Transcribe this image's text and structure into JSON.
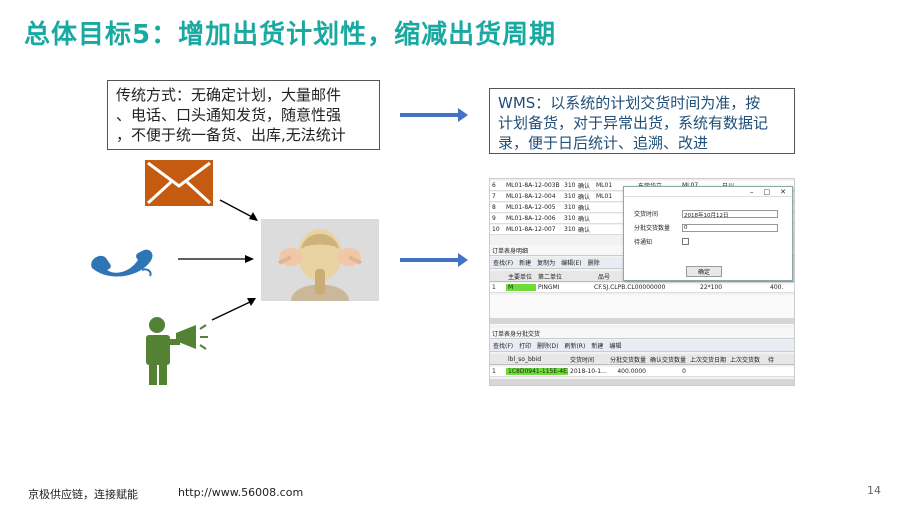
{
  "slide": {
    "title": "总体目标5：增加出货计划性，缩减出货周期",
    "left_box_lines": [
      "传统方式：无确定计划，大量邮件",
      "、电话、口头通知发货，随意性强",
      "，不便于统一备货、出库,无法统计"
    ],
    "right_box_lines": [
      "WMS：以系统的计划交货时间为准，按",
      "计划备货，对于异常出货，系统有数据记",
      "录，便于日后统计、追溯、改进"
    ],
    "footer_left": "京极供应链，连接赋能",
    "footer_url": "http://www.56008.com",
    "page_number": "14"
  },
  "colors": {
    "title": "#1aa9a0",
    "arrow": "#4472c4",
    "mail_icon": "#c55a11",
    "phone_icon": "#2e75b6",
    "person_icon": "#548235"
  },
  "screenshot": {
    "top_rows": [
      [
        "6",
        "ML01-8A-12-003B",
        "310",
        "确认",
        "ML01",
        "",
        "东莞华立",
        "ML07",
        "日川"
      ],
      [
        "7",
        "ML01-8A-12-004",
        "310",
        "确认",
        "ML01",
        "",
        "",
        "",
        ""
      ],
      [
        "8",
        "ML01-8A-12-005",
        "310",
        "确认",
        "",
        "",
        "",
        "",
        ""
      ],
      [
        "9",
        "ML01-8A-12-006",
        "310",
        "确认",
        "",
        "",
        "",
        "",
        ""
      ],
      [
        "10",
        "ML01-8A-12-007",
        "310",
        "确认",
        "",
        "",
        "",
        "",
        ""
      ]
    ],
    "section1_title": "订单表身明细",
    "toolbar1": [
      "查找(F)",
      "新建",
      "复制为",
      "编辑(E)",
      "删除"
    ],
    "table1_headers": [
      "",
      "主要单位",
      "第二单位",
      "",
      "品号",
      ""
    ],
    "table1_row": [
      "1",
      "M",
      "PINGMI",
      "",
      "CF.SJ.CLPB.CL00000000",
      "",
      "22*100",
      "",
      "400."
    ],
    "section2_title": "订单表身分批交货",
    "toolbar2": [
      "查找(F)",
      "打印",
      "删除(D)",
      "刷新(R)",
      "新建",
      "编辑"
    ],
    "table2_headers": [
      "",
      "lbl_so_bbid",
      "交货时间",
      "分批交货数量",
      "确认交货数量",
      "上次交货日期",
      "上次交货数",
      "待"
    ],
    "table2_row": [
      "1",
      "1C8D0941-115E-4E..",
      "2018-10-1...",
      "400.0000",
      "0",
      "",
      "",
      ""
    ],
    "dialog": {
      "title_buttons": [
        "–",
        "□",
        "✕"
      ],
      "label_date": "交货时间",
      "value_date": "2018年10月12日",
      "label_qty": "分批交货数量",
      "value_qty": "0",
      "label_notify": "待通知",
      "confirm": "确定"
    }
  }
}
